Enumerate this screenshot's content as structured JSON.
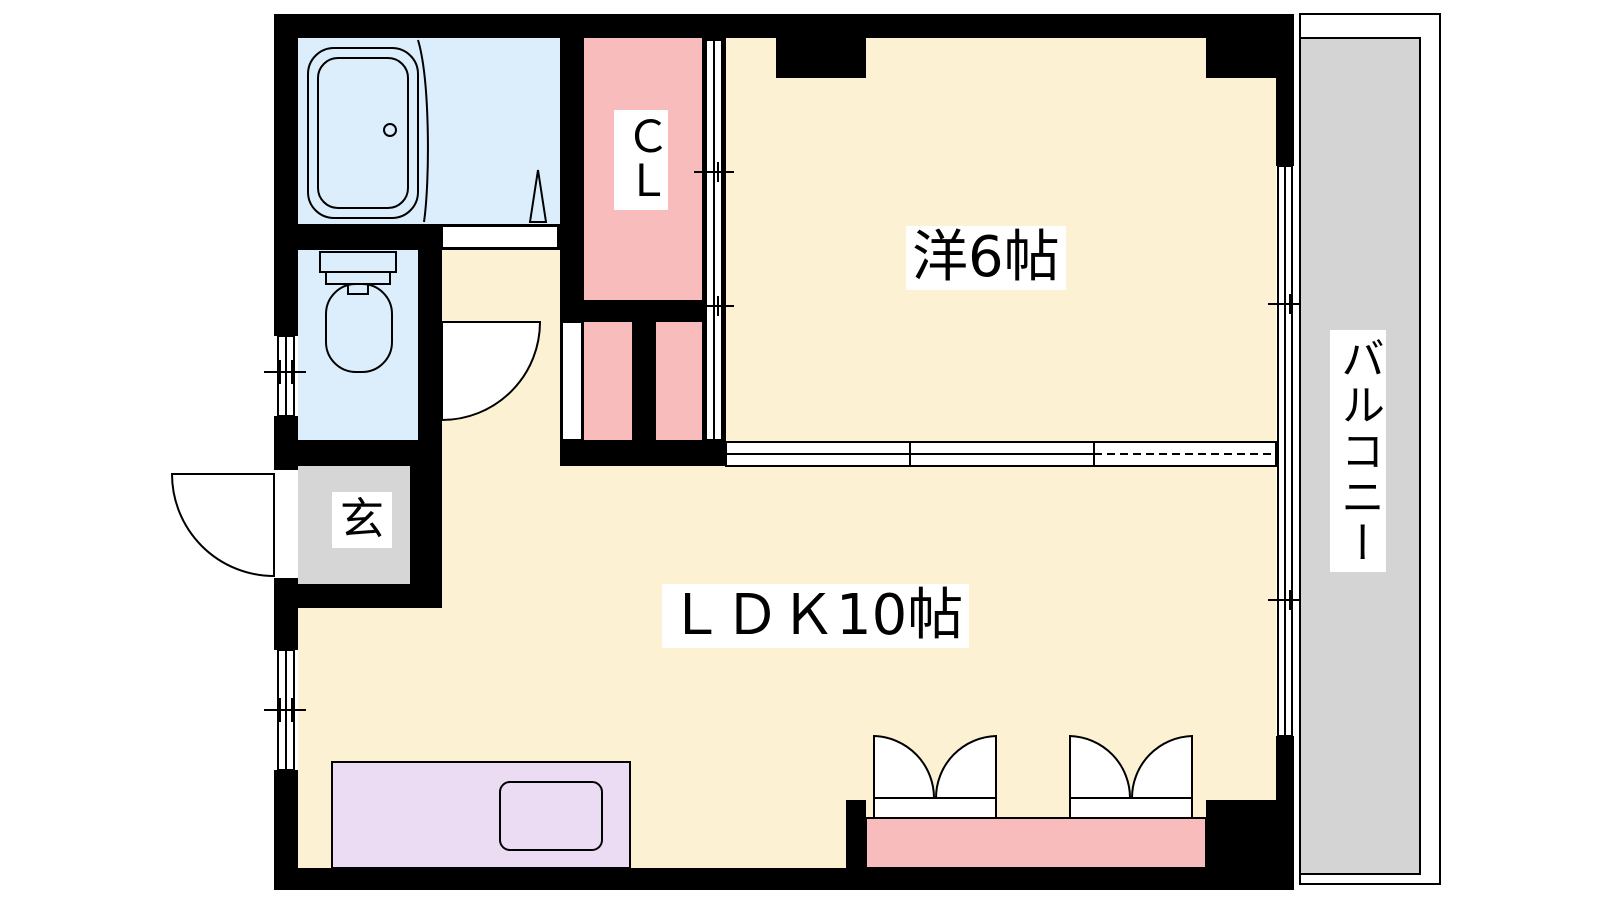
{
  "rooms": {
    "western": {
      "label": "洋6帖",
      "fill": "#fdf1d4"
    },
    "ldk": {
      "label": "ＬＤＫ10帖",
      "fill": "#fdf1d4"
    },
    "closet": {
      "label": "ＣＬ",
      "fill": "#f9bcbc"
    },
    "entrance": {
      "label": "玄",
      "fill": "#d6d6d6"
    },
    "balcony": {
      "label": "バルコニー",
      "fill": "#d4d4d4"
    },
    "bathroom": {
      "fill": "#dcedfb"
    },
    "toilet": {
      "fill": "#dcedfb"
    },
    "kitchen": {
      "fill": "#ebdcf3"
    },
    "storage": {
      "fill": "#f9bcbc"
    }
  },
  "colors": {
    "wall": "#000000",
    "fixture_line": "#000000",
    "background": "#ffffff"
  }
}
